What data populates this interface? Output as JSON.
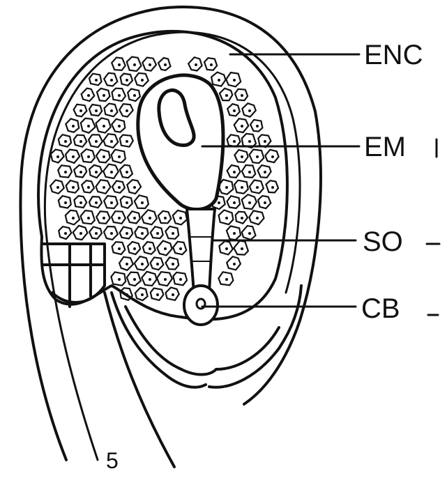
{
  "figure": {
    "labels": [
      {
        "id": "enc",
        "text": "ENC"
      },
      {
        "id": "em",
        "text": "EM"
      },
      {
        "id": "so",
        "text": "SO"
      },
      {
        "id": "cb",
        "text": "CB"
      }
    ],
    "figure_number": "5",
    "ink_color": "#111111",
    "background": "#ffffff"
  }
}
